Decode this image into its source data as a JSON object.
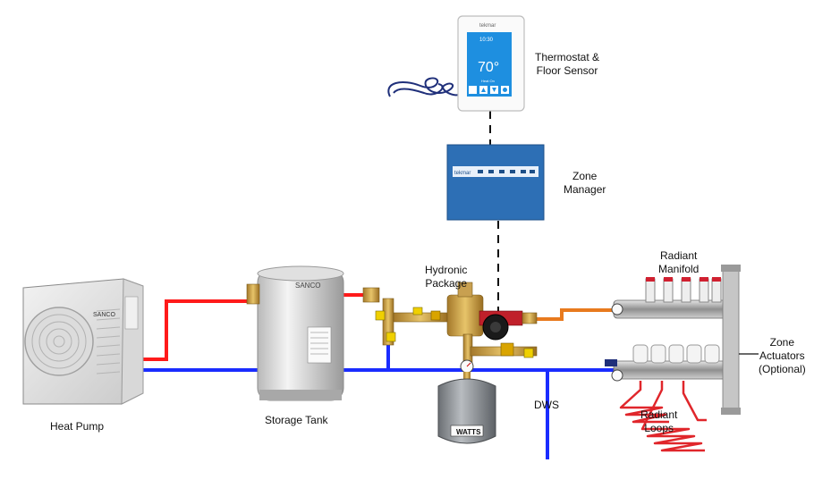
{
  "labels": {
    "heat_pump": "Heat Pump",
    "storage_tank": "Storage Tank",
    "hydronic_package_line1": "Hydronic",
    "hydronic_package_line2": "Package",
    "thermostat_line1": "Thermostat &",
    "thermostat_line2": "Floor Sensor",
    "zone_manager_line1": "Zone",
    "zone_manager_line2": "Manager",
    "radiant_manifold_line1": "Radiant",
    "radiant_manifold_line2": "Manifold",
    "zone_actuators_line1": "Zone",
    "zone_actuators_line2": "Actuators",
    "zone_actuators_line3": "(Optional)",
    "radiant_loops_line1": "Radiant",
    "radiant_loops_line2": "Loops",
    "dws": "DWS"
  },
  "thermostat_display": {
    "brand": "tekmar",
    "time": "10:30",
    "temperature": "70°",
    "mode": "Heat On"
  },
  "equipment_text": {
    "heat_pump_brand": "SANCO",
    "tank_brand": "SANCO",
    "zone_manager_brand": "tekmar",
    "expansion_tank_brand": "WATTS"
  },
  "colors": {
    "supply_hot": "#ff1a1a",
    "return_cold": "#1a2cff",
    "manifold_supply": "#e87a1e",
    "radiant_loop": "#e0262b",
    "signal_wire": "#111111",
    "zone_manager_blue": "#2d6fb5"
  }
}
